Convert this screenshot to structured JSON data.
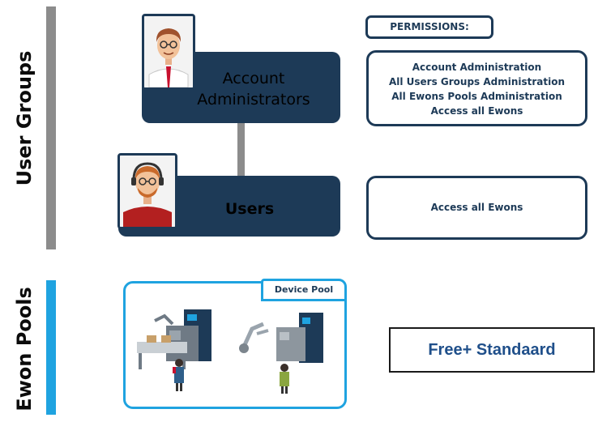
{
  "side_labels": {
    "user_groups": "User Groups",
    "ewon_pools": "Ewon Pools"
  },
  "groups": {
    "admins": {
      "label_line1": "Account",
      "label_line2": "Administrators"
    },
    "users": {
      "label": "Users"
    }
  },
  "permissions": {
    "header": "PERMISSIONS:",
    "admins": [
      "Account Administration",
      "All Users Groups Administration",
      "All Ewons Pools Administration",
      "Access all Ewons"
    ],
    "users": "Access all Ewons"
  },
  "pool": {
    "tag": "Device Pool"
  },
  "plan": {
    "label": "Free+ Standaard"
  },
  "colors": {
    "navy": "#1d3a57",
    "cyan": "#1fa3e0",
    "gray": "#8c8c8c",
    "plan_text": "#1f4f8a"
  }
}
